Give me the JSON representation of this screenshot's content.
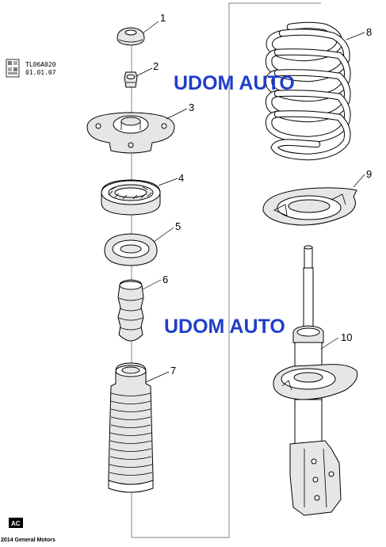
{
  "doc_code": "TL06A020",
  "doc_date": "01.01.07",
  "watermark_top": "UDOM AUTO",
  "watermark_bottom": "UDOM AUTO",
  "footer_badge": "AC",
  "footer_copyright": "2014 General Motors",
  "callouts": {
    "n1": "1",
    "n2": "2",
    "n3": "3",
    "n4": "4",
    "n5": "5",
    "n6": "6",
    "n7": "7",
    "n8": "8",
    "n9": "9",
    "n10": "10"
  }
}
